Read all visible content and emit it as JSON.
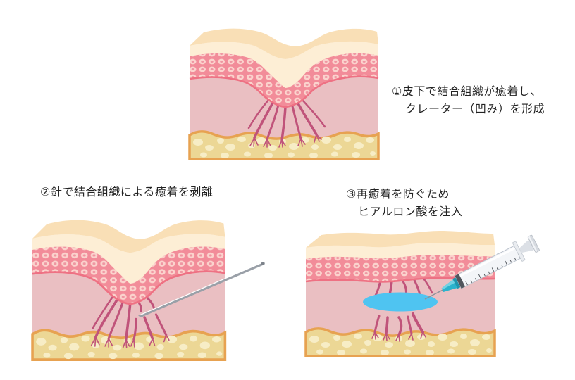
{
  "figure": {
    "language": "ja",
    "topic": "skin crater (acne scar) subcision and hyaluronic acid injection, 3-step diagram",
    "steps": [
      {
        "line1": "①皮下で結合組織が癒着し、",
        "line2": "クレーター（凹み）を形成"
      },
      {
        "line1": "②針で結合組織による癒着を剥離",
        "line2": ""
      },
      {
        "line1": "③再癒着を防ぐため",
        "line2": "ヒアルロン酸を注入"
      }
    ]
  },
  "elements": {
    "panel1": "skin-cross-section-with-crater-and-adhesion-bands",
    "panel2": "skin-cross-section-with-subcision-needle",
    "panel3": "skin-cross-section-with-hyaluronic-acid-and-syringe"
  },
  "palette": {
    "background": "#ffffff",
    "skin_top_face": "#f9dfb6",
    "epidermis": "#fdeed5",
    "cell_layer_bg": "#f28c99",
    "cell_blob": "#fbd3cd",
    "cell_center": "#ef96a2",
    "cell_layer_border": "#ee7183",
    "dermis": "#eabfc2",
    "adhesion_band": "#c0537a",
    "fat_border": "#e7a251",
    "fat_bg": "#ecd795",
    "fat_pebble": "#f7edc6",
    "hyaluronic_acid_blue": "#4fc4f1",
    "needle_metal": "#8d939b",
    "syringe_hub_teal": "#2bb3cd",
    "text": "#222222"
  }
}
